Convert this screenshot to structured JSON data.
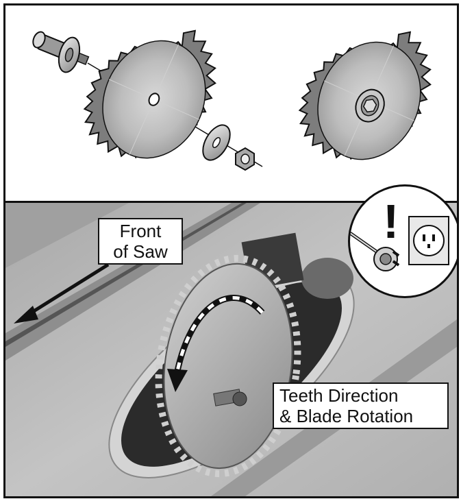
{
  "figure": {
    "labels": {
      "front": [
        "Front",
        "of Saw"
      ],
      "teeth": [
        "Teeth Direction",
        "& Blade Rotation"
      ]
    },
    "warning": {
      "symbol": "!"
    },
    "icons": [
      "saw-blade-icon",
      "arbor-icon",
      "flange-icon",
      "arbor-nut-icon",
      "power-plug-icon",
      "outlet-icon",
      "direction-arrow-icon"
    ]
  }
}
